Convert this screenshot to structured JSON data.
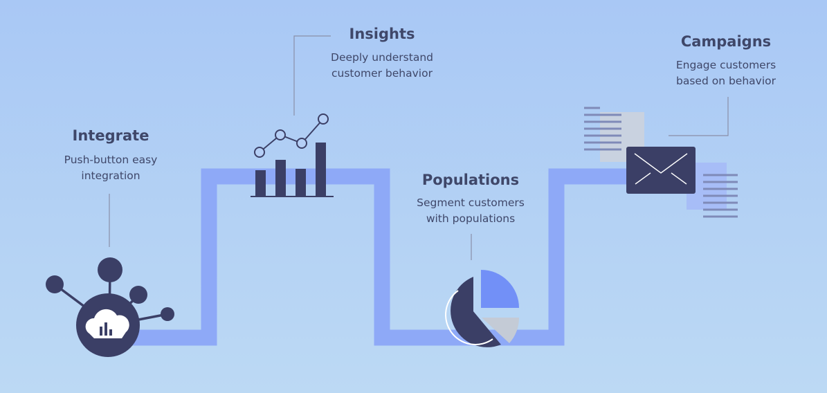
{
  "stages": {
    "integrate": {
      "title": "Integrate",
      "desc1": "Push-button easy",
      "desc2": "integration"
    },
    "insights": {
      "title": "Insights",
      "desc1": "Deeply understand",
      "desc2": "customer behavior"
    },
    "populations": {
      "title": "Populations",
      "desc1": "Segment customers",
      "desc2": "with populations"
    },
    "campaigns": {
      "title": "Campaigns",
      "desc1": "Engage customers",
      "desc2": "based on behavior"
    }
  },
  "icons": [
    "network-hub-icon",
    "bar-line-chart-icon",
    "pie-chart-icon",
    "envelope-documents-icon"
  ],
  "colors": {
    "background_top": "#a9c8f5",
    "background_bottom": "#bcd9f4",
    "path": "#8ea9f7",
    "navy": "#3b3f66",
    "pie_blue": "#7290f7",
    "pie_gray": "#c4cbd6",
    "doc_gray": "#c9d2e0",
    "doc_blue": "#a7bdf7",
    "doc_lines": "#7f8ab8",
    "text": "#3f4769"
  }
}
